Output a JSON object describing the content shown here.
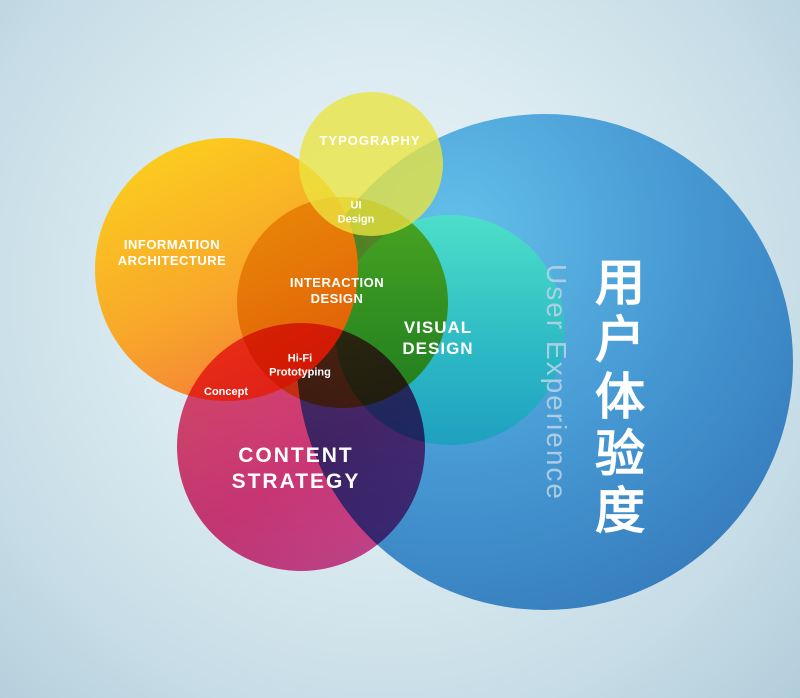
{
  "diagram": {
    "type": "venn",
    "subject": "User Experience components",
    "background_color": "#dbebf1",
    "sets": [
      {
        "id": "user-experience",
        "label_en": "User Experience",
        "label_cn": "用户体验度",
        "color": "#3f8ecb"
      },
      {
        "id": "visual-design",
        "line1": "VISUAL",
        "line2": "DESIGN",
        "color": "#2cb8c4"
      },
      {
        "id": "information-architecture",
        "line1": "INFORMATION",
        "line2": "ARCHITECTURE",
        "color": "#f8a72a"
      },
      {
        "id": "interaction-design",
        "line1": "INTERACTION",
        "line2": "DESIGN",
        "color": "#edbb2a"
      },
      {
        "id": "typography",
        "label": "TYPOGRAPHY",
        "color": "#eae43f"
      },
      {
        "id": "content-strategy",
        "line1": "CONTENT",
        "line2": "STRATEGY",
        "color": "#e83a7a"
      }
    ],
    "overlaps": [
      {
        "id": "ui-design",
        "between": "typography + interaction-design",
        "line1": "UI",
        "line2": "Design"
      },
      {
        "id": "hifi-prototyping",
        "between": "interaction-design + content-strategy",
        "line1": "Hi-Fi",
        "line2": "Prototyping"
      },
      {
        "id": "concept",
        "between": "information-architecture + content-strategy",
        "label": "Concept"
      }
    ]
  }
}
